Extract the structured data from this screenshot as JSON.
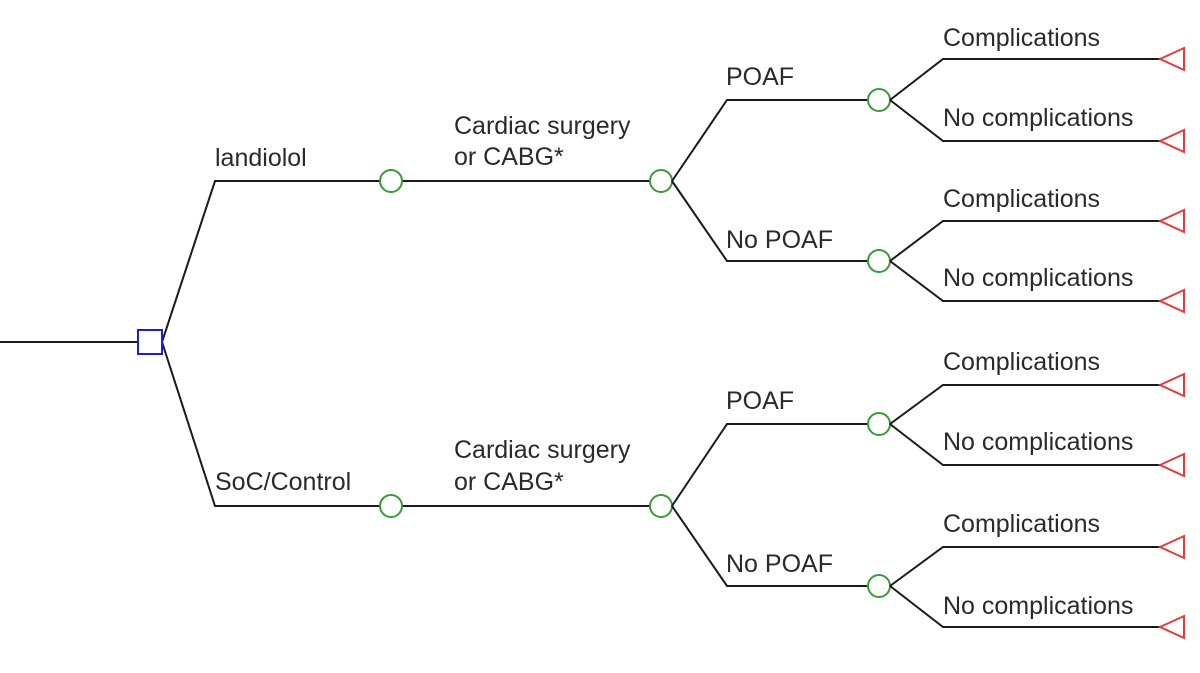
{
  "tree": {
    "root": {
      "node_type": "decision"
    },
    "strategies": [
      {
        "label": "landiolol",
        "procedure": {
          "label_line1": "Cardiac surgery",
          "label_line2": "or CABG*"
        },
        "poaf": {
          "label": "POAF",
          "outcomes": [
            {
              "label": "Complications"
            },
            {
              "label": "No complications"
            }
          ]
        },
        "no_poaf": {
          "label": "No POAF",
          "outcomes": [
            {
              "label": "Complications"
            },
            {
              "label": "No complications"
            }
          ]
        }
      },
      {
        "label": "SoC/Control",
        "procedure": {
          "label_line1": "Cardiac surgery",
          "label_line2": "or CABG*"
        },
        "poaf": {
          "label": "POAF",
          "outcomes": [
            {
              "label": "Complications"
            },
            {
              "label": "No complications"
            }
          ]
        },
        "no_poaf": {
          "label": "No POAF",
          "outcomes": [
            {
              "label": "Complications"
            },
            {
              "label": "No complications"
            }
          ]
        }
      }
    ]
  },
  "colors": {
    "decision_node": "#1f1fd8",
    "chance_node": "#3a9a3a",
    "terminal_node": "#e23b3b",
    "lines": "#1a1a1a"
  }
}
